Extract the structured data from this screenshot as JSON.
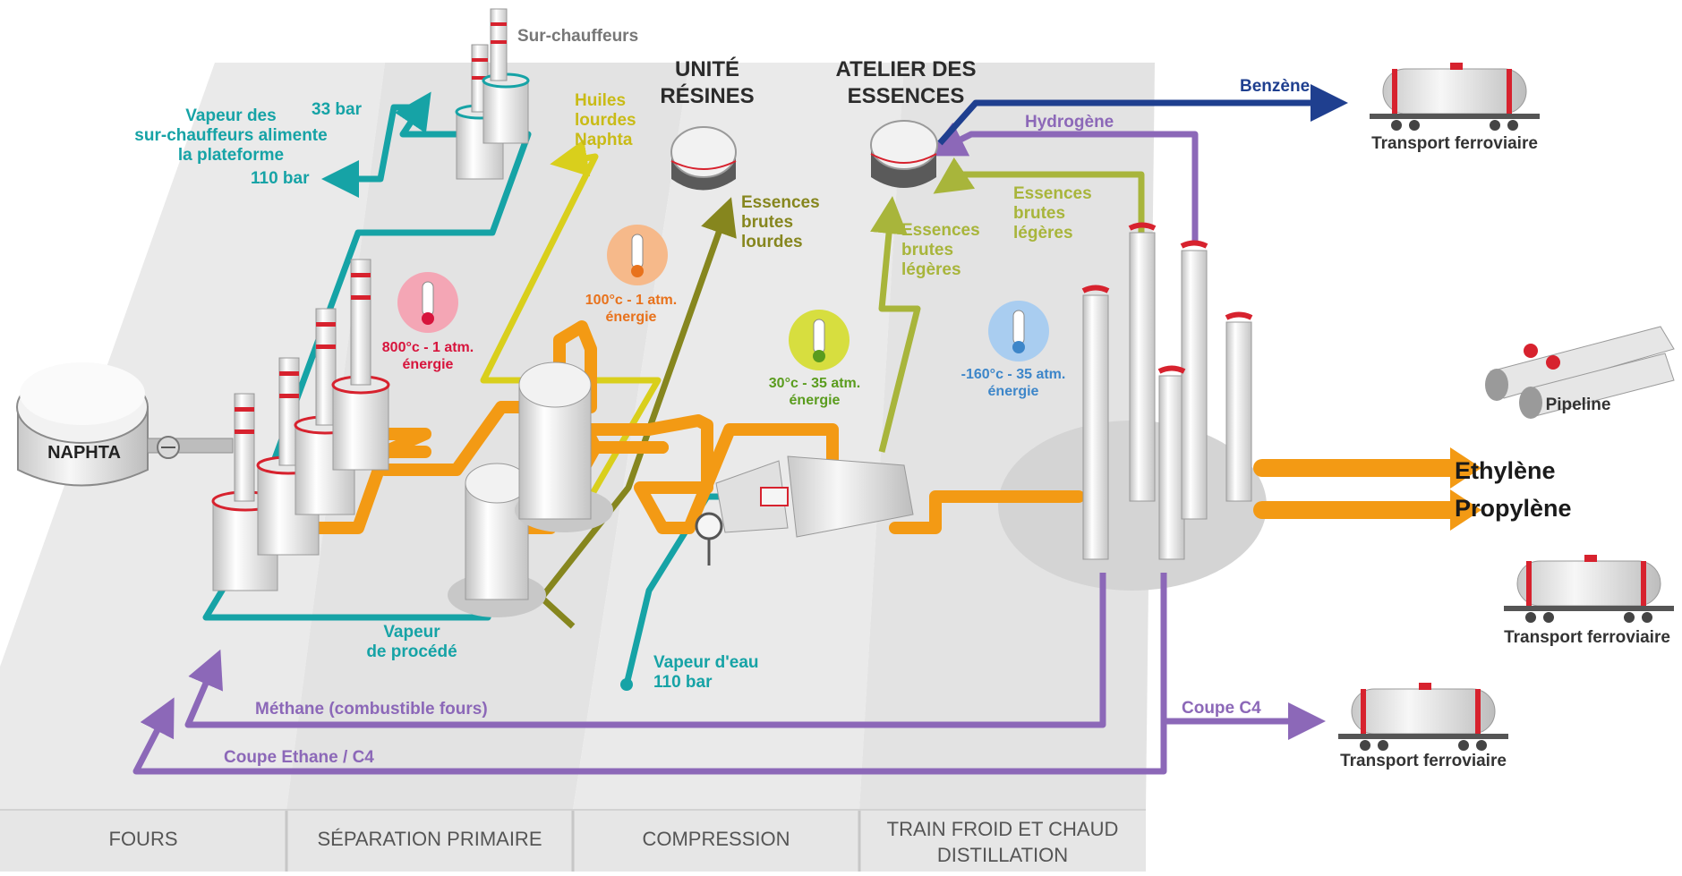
{
  "sections": [
    {
      "label": "FOURS"
    },
    {
      "label": "SÉPARATION PRIMAIRE"
    },
    {
      "label": "COMPRESSION"
    },
    {
      "label_line1": "TRAIN FROID ET CHAUD",
      "label_line2": "DISTILLATION"
    }
  ],
  "naphta_tank": "NAPHTA",
  "superheaters": "Sur-chauffeurs",
  "steam_platform": {
    "line1": "Vapeur des",
    "line2": "sur-chauffeurs alimente",
    "line3": "la plateforme"
  },
  "pressure_33": "33 bar",
  "pressure_110": "110 bar",
  "heavy_oils": {
    "line1": "Huiles",
    "line2": "lourdes",
    "line3": "Naphta"
  },
  "resin_unit": {
    "line1": "UNITÉ",
    "line2": "RÉSINES"
  },
  "gasoline_workshop": {
    "line1": "ATELIER DES",
    "line2": "ESSENCES"
  },
  "heavy_gasoline": {
    "line1": "Essences",
    "line2": "brutes",
    "line3": "lourdes"
  },
  "light_gasoline_a": {
    "line1": "Essences",
    "line2": "brutes",
    "line3": "légères"
  },
  "light_gasoline_b": {
    "line1": "Essences",
    "line2": "brutes",
    "line3": "légères"
  },
  "benzene": "Benzène",
  "hydrogen": "Hydrogène",
  "energy_badges": [
    {
      "temp": "800°c - 1 atm.",
      "label": "énergie",
      "color": "#d7143c",
      "icon_color": "#f4a6b5"
    },
    {
      "temp": "100°c - 1 atm.",
      "label": "énergie",
      "color": "#e8721c",
      "icon_color": "#f6b98a"
    },
    {
      "temp": "30°c - 35 atm.",
      "label": "énergie",
      "color": "#5a9c1e",
      "icon_color": "#d7de3f"
    },
    {
      "temp": "-160°c - 35 atm.",
      "label": "énergie",
      "color": "#3d86c9",
      "icon_color": "#a9cdf0"
    }
  ],
  "process_steam": {
    "line1": "Vapeur",
    "line2": "de procédé"
  },
  "water_steam": {
    "line1": "Vapeur d'eau",
    "line2": "110 bar"
  },
  "methane": "Méthane (combustible fours)",
  "ethane_cut": "Coupe Ethane / C4",
  "c4_cut": "Coupe C4",
  "products": {
    "ethylene": "Ethylène",
    "propylene": "Propylène"
  },
  "pipeline": "Pipeline",
  "rail_transports": [
    {
      "label": "Transport ferroviaire"
    },
    {
      "label": "Transport ferroviaire"
    },
    {
      "label": "Transport ferroviaire"
    }
  ],
  "colors": {
    "steam": "#16a3a6",
    "naphta_feed": "#f39a14",
    "heavy_oil": "#d9cf1c",
    "heavy_gasoline": "#86861e",
    "light_gasoline": "#a8b53b",
    "benzene": "#1f3f8f",
    "hydrogen_methane": "#8c68b8",
    "red_accent": "#d7222e"
  }
}
